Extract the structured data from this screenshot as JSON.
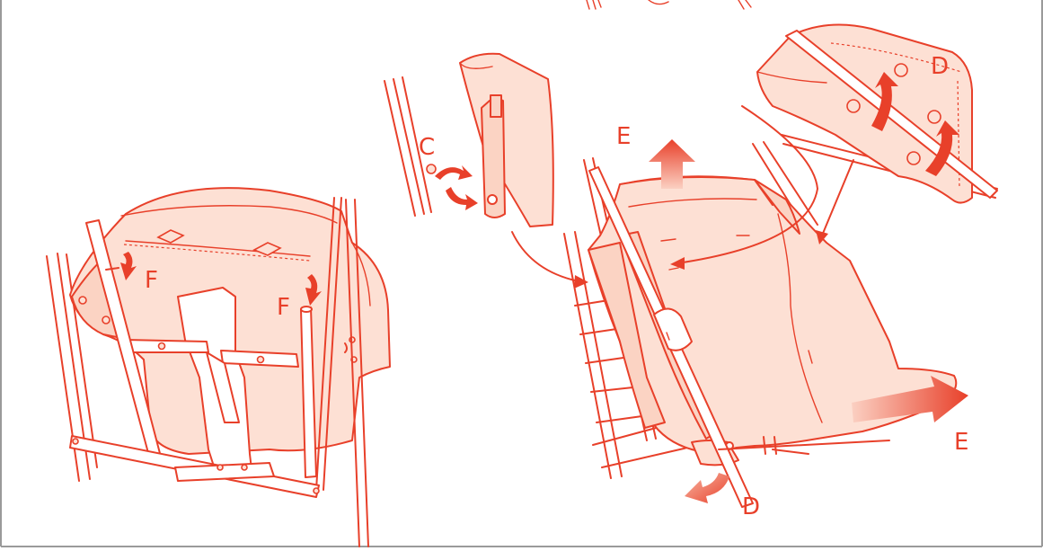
{
  "colors": {
    "line": "#e8402a",
    "fabric": "#fde0d4",
    "frame": "#9a9a9a"
  },
  "labels": {
    "c": "C",
    "d_top": "D",
    "d_bottom": "D",
    "e_top": "E",
    "e_right": "E",
    "f_left": "F",
    "f_right": "F"
  }
}
